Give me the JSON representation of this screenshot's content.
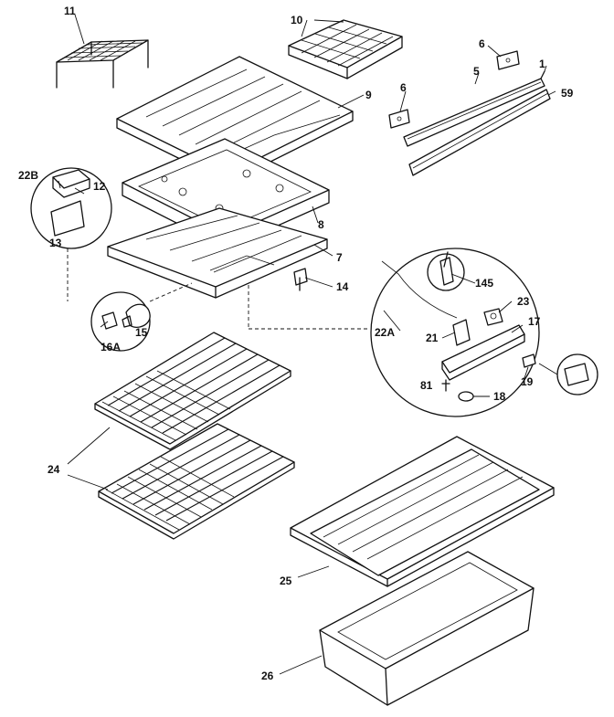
{
  "labels": {
    "l11": "11",
    "l10": "10",
    "l6a": "6",
    "l5": "5",
    "l1": "1",
    "l59": "59",
    "l9": "9",
    "l6b": "6",
    "l22b": "22B",
    "l12": "12",
    "l13": "13",
    "l8": "8",
    "l7": "7",
    "l14": "14",
    "l145": "145",
    "l23": "23",
    "l17": "17",
    "l15": "15",
    "l16a": "16A",
    "l22a": "22A",
    "l21": "21",
    "l19": "19",
    "l81": "81",
    "l18": "18",
    "l24": "24",
    "l25": "25",
    "l26": "26"
  },
  "icons": [
    "ice-tray",
    "shelf-rack",
    "light-bulb",
    "thermostat-control"
  ]
}
